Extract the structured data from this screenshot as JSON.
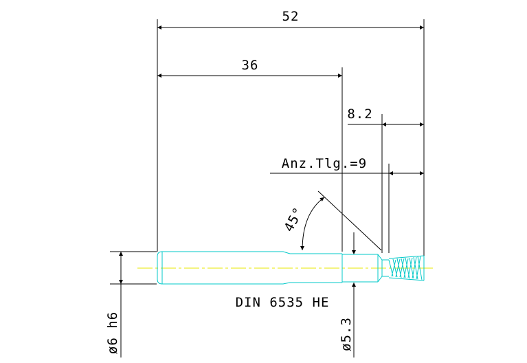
{
  "drawing": {
    "standard_label": "DIN 6535 HE",
    "dimensions": {
      "overall_length": "52",
      "length_to_neck": "36",
      "tip_length": "8.2",
      "teeth_count": "Anz.Tlg.=9",
      "chamfer_angle": "45°",
      "shank_diameter": "ø6 h6",
      "neck_diameter": "ø5.3"
    }
  },
  "colors": {
    "background": "#ffffff",
    "dimension_lines": "#000000",
    "part_outline": "#00c8c8",
    "centerline": "#e8e800"
  }
}
